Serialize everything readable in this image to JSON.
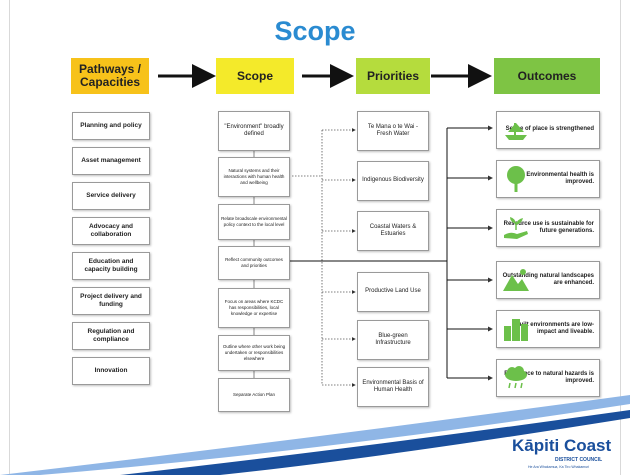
{
  "title": "Scope",
  "headers": {
    "pathways": "Pathways / Capacities",
    "scope": "Scope",
    "priorities": "Priorities",
    "outcomes": "Outcomes"
  },
  "pathways": [
    "Planning and policy",
    "Asset management",
    "Service delivery",
    "Advocacy and collaboration",
    "Education and capacity building",
    "Project delivery and funding",
    "Regulation and compliance",
    "Innovation"
  ],
  "scope": [
    "\"Environment\" broadly defined",
    "Natural systems and their interactions with human health and wellbeing",
    "Relate broadscale environmental policy context to the local level",
    "Reflect community outcomes and priorities",
    "Focus on areas where KCDC has responsibilities, local knowledge or expertise",
    "Outline where other work being undertaken or responsibilities elsewhere",
    "Separate Action Plan"
  ],
  "priorities": [
    "Te Mana o te Wai - Fresh Water",
    "Indigenous Biodiversity",
    "Coastal Waters & Estuaries",
    "Productive Land Use",
    "Blue-green Infrastructure",
    "Environmental Basis of Human Health"
  ],
  "outcomes": [
    {
      "label": "Sense of place is strengthened",
      "icon": "boat-icon"
    },
    {
      "label": "Environmental health is improved.",
      "icon": "tree-icon"
    },
    {
      "label": "Resource use is sustainable for future generations.",
      "icon": "seedling-hand-icon"
    },
    {
      "label": "Outstanding natural landscapes are enhanced.",
      "icon": "landscape-icon"
    },
    {
      "label": "Built environments are low-impact and liveable.",
      "icon": "buildings-icon"
    },
    {
      "label": "Resilience to natural hazards is improved.",
      "icon": "rain-cloud-icon"
    }
  ],
  "logo": {
    "name": "Kāpiti Coast",
    "sub": "DISTRICT COUNCIL",
    "tagline": "He Ara Whakamua, Ka Tiro Whakamuri"
  },
  "colors": {
    "title": "#2a8bd1",
    "pathways_header": "#f7c21a",
    "scope_header": "#f4ea2a",
    "priorities_header": "#b5dc3d",
    "outcomes_header": "#7ec444",
    "icon_green": "#6cc04a",
    "logo_blue": "#1a4f9c"
  }
}
